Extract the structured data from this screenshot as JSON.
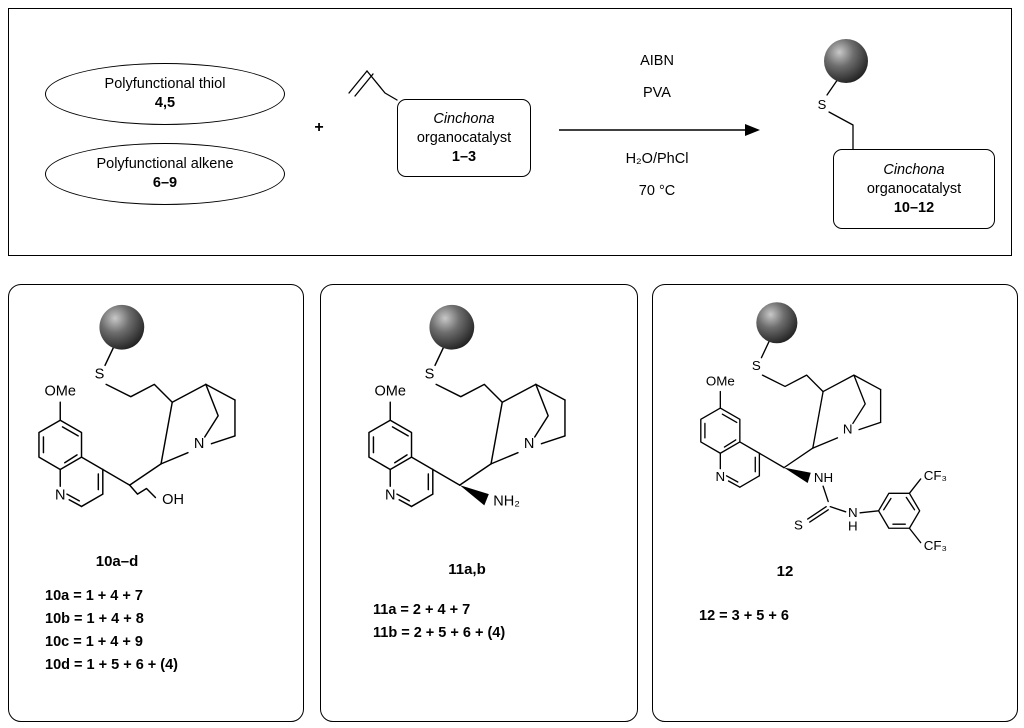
{
  "scheme": {
    "thiol_ellipse": {
      "line1": "Polyfunctional thiol",
      "line2": "4,5"
    },
    "alkene_ellipse": {
      "line1": "Polyfunctional alkene",
      "line2": "6–9"
    },
    "plus": "+",
    "catalyst_box": {
      "line1": "Cinchona",
      "line2": "organocatalyst",
      "line3": "1–3"
    },
    "conditions_above": [
      "AIBN",
      "PVA"
    ],
    "conditions_below": [
      "H₂O/PhCl",
      "70 °C"
    ],
    "product_box": {
      "line1": "Cinchona",
      "line2": "organocatalyst",
      "line3": "10–12"
    },
    "product_linker": "S"
  },
  "panels": [
    {
      "title": "10a–d",
      "atoms": {
        "ome": "OMe",
        "ring_n": "N",
        "cage_n": "N",
        "s": "S",
        "group": "OH"
      },
      "equations": [
        "10a = 1 + 4 + 7",
        "10b = 1 + 4 + 8",
        "10c = 1 + 4 + 9",
        "10d = 1 + 5 + 6 + (4)"
      ]
    },
    {
      "title": "11a,b",
      "atoms": {
        "ome": "OMe",
        "ring_n": "N",
        "cage_n": "N",
        "s": "S",
        "group": "NH₂"
      },
      "equations": [
        "11a = 2 + 4 + 7",
        "11b = 2 + 5 + 6 + (4)"
      ]
    },
    {
      "title": "12",
      "atoms": {
        "ome": "OMe",
        "ring_n": "N",
        "cage_n": "N",
        "s": "S",
        "nh1": "NH",
        "thio_s": "S",
        "n2": "N",
        "h2": "H",
        "cf3_top": "CF₃",
        "cf3_bottom": "CF₃"
      },
      "equations": [
        "12 = 3 + 5 + 6"
      ]
    }
  ],
  "colors": {
    "ink": "#000000",
    "bead_dark": "#111111",
    "bead_light": "#c8c8c8"
  }
}
